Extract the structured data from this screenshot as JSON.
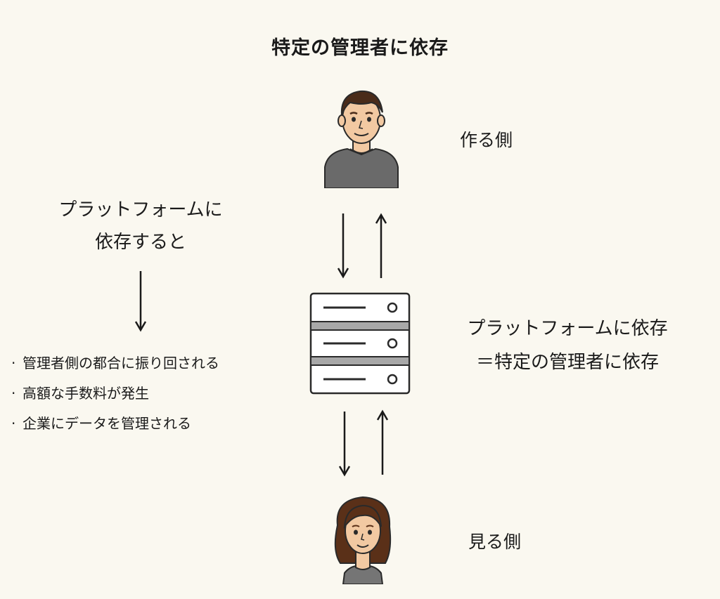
{
  "title": "特定の管理者に依存",
  "creator": {
    "label": "作る側",
    "icon": "man-avatar-icon"
  },
  "viewer": {
    "label": "見る側",
    "icon": "woman-avatar-icon"
  },
  "server": {
    "icon": "server-rack-icon"
  },
  "left_heading": {
    "line1": "プラットフォームに",
    "line2": "依存すると"
  },
  "bullets": [
    "管理者側の都合に振り回される",
    "高額な手数料が発生",
    "企業にデータを管理される"
  ],
  "right_text": {
    "line1": "プラットフォームに依存",
    "line2": "＝特定の管理者に依存"
  },
  "colors": {
    "background": "#faf8f0",
    "shirt_man": "#6a6a6a",
    "shirt_woman": "#757575",
    "server_band": "#a8a8a8",
    "hair_man": "#4a2c1a",
    "hair_woman": "#5a3018",
    "skin": "#f2c9a2"
  }
}
